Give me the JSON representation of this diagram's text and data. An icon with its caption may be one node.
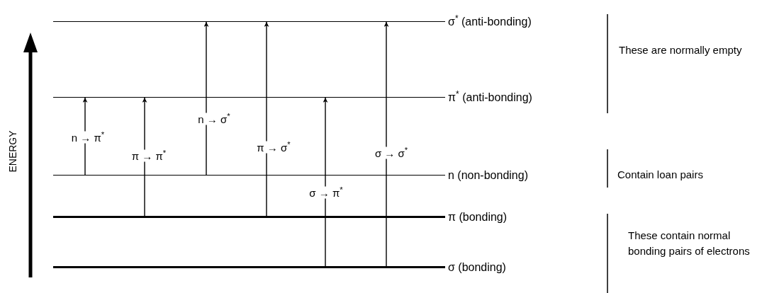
{
  "diagram": {
    "nodes": [
      {
        "text": [],
        "shape": "bar",
        "beside": [
          "σ$^{*}$ (anti-bonding)"
        ]
      },
      {
        "text": [],
        "shape": "bar",
        "beside": [
          "π$^{*}$ (anti-bonding)"
        ]
      },
      {
        "text": [],
        "shape": "bar",
        "beside": [
          "n (non-bonding)"
        ]
      },
      {
        "text": [],
        "shape": "bar",
        "beside": [
          "π (bonding)"
        ]
      },
      {
        "text": [],
        "shape": "bar",
        "beside": [
          "σ (bonding)"
        ]
      }
    ],
    "edges": [
      {
        "from": 2,
        "to": 1,
        "arrow": "to",
        "label": "n → π$^{*}$"
      },
      {
        "from": 3,
        "to": 1,
        "arrow": "to",
        "label": "π → π$^{*}$"
      },
      {
        "from": 2,
        "to": 0,
        "arrow": "to",
        "label": "n → σ$^{*}$"
      },
      {
        "from": 3,
        "to": 0,
        "arrow": "to",
        "label": "π → σ$^{*}$"
      },
      {
        "from": 4,
        "to": 1,
        "arrow": "to",
        "label": "σ → π$^{*}$"
      },
      {
        "from": 4,
        "to": 0,
        "arrow": "to",
        "label": "σ → σ$^{*}$"
      }
    ],
    "labels": [
      "These are normally empty",
      "Contain loan pairs",
      "These contain normal bonding pairs of electrons",
      "ENERGY"
    ]
  }
}
